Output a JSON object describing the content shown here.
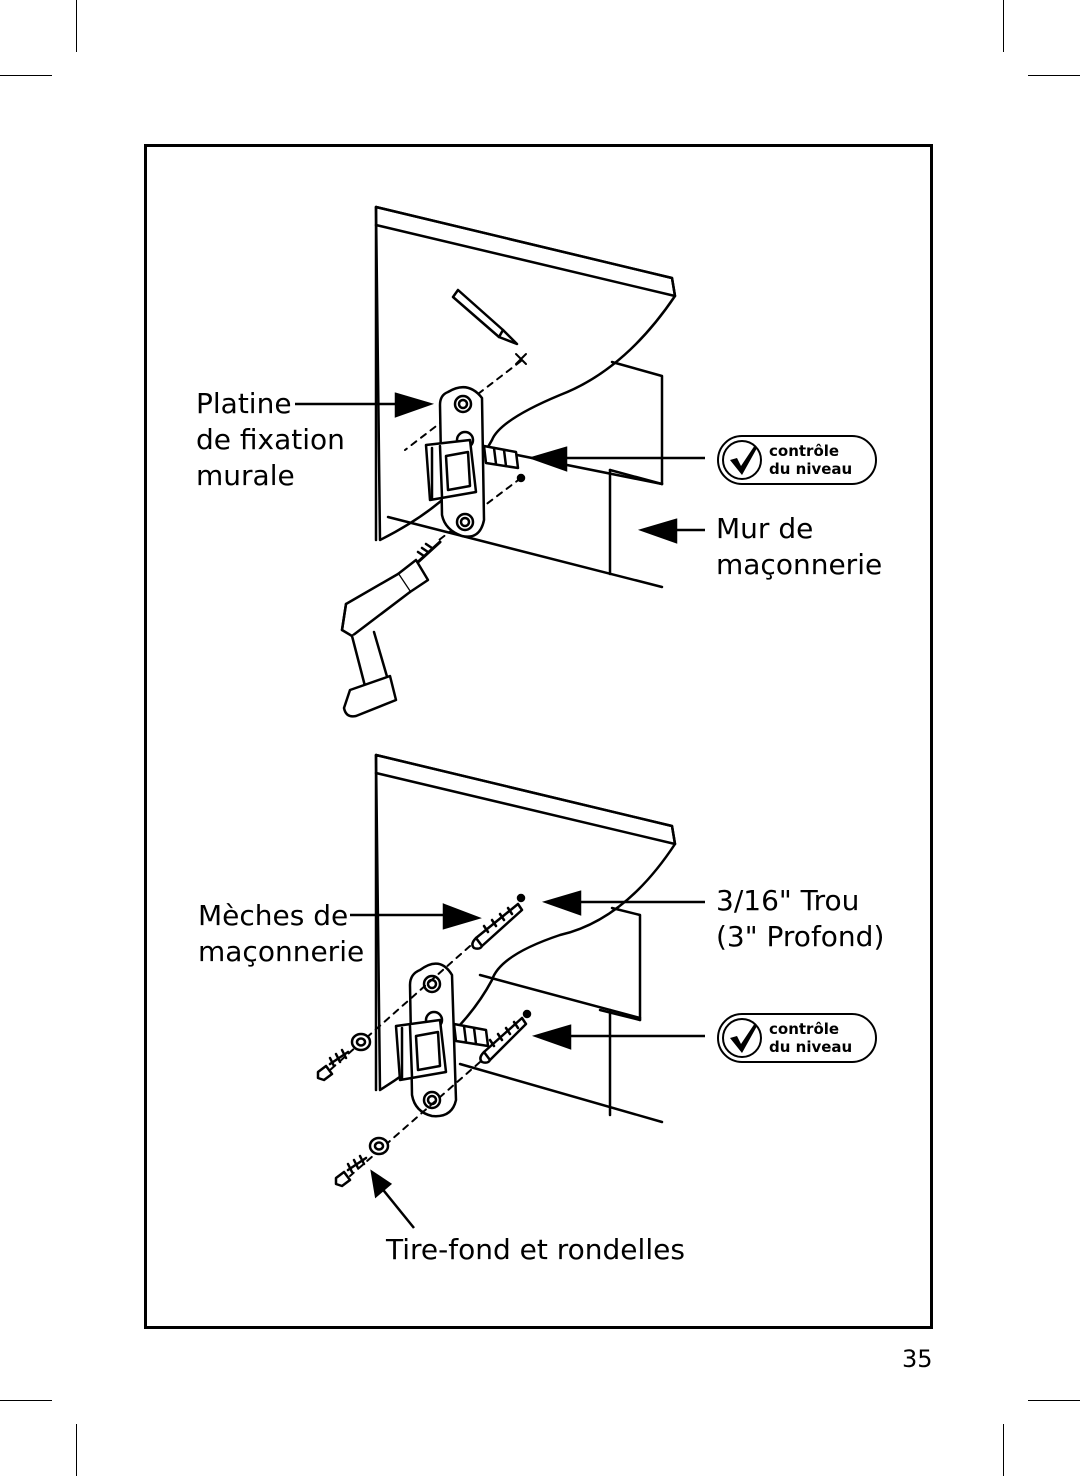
{
  "labels": {
    "platine": [
      "Platine",
      "de fixation",
      "murale"
    ],
    "mur": [
      "Mur de",
      "maçonnerie"
    ],
    "meches": [
      "Mèches de",
      "maçonnerie"
    ],
    "trou": [
      "3/16\" Trou",
      "(3\" Profond)"
    ],
    "tirefond": "Tire-fond et rondelles"
  },
  "badge": {
    "line1": "contrôle",
    "line2": "du niveau",
    "icon": "checkmark-icon"
  },
  "page_number": "35"
}
